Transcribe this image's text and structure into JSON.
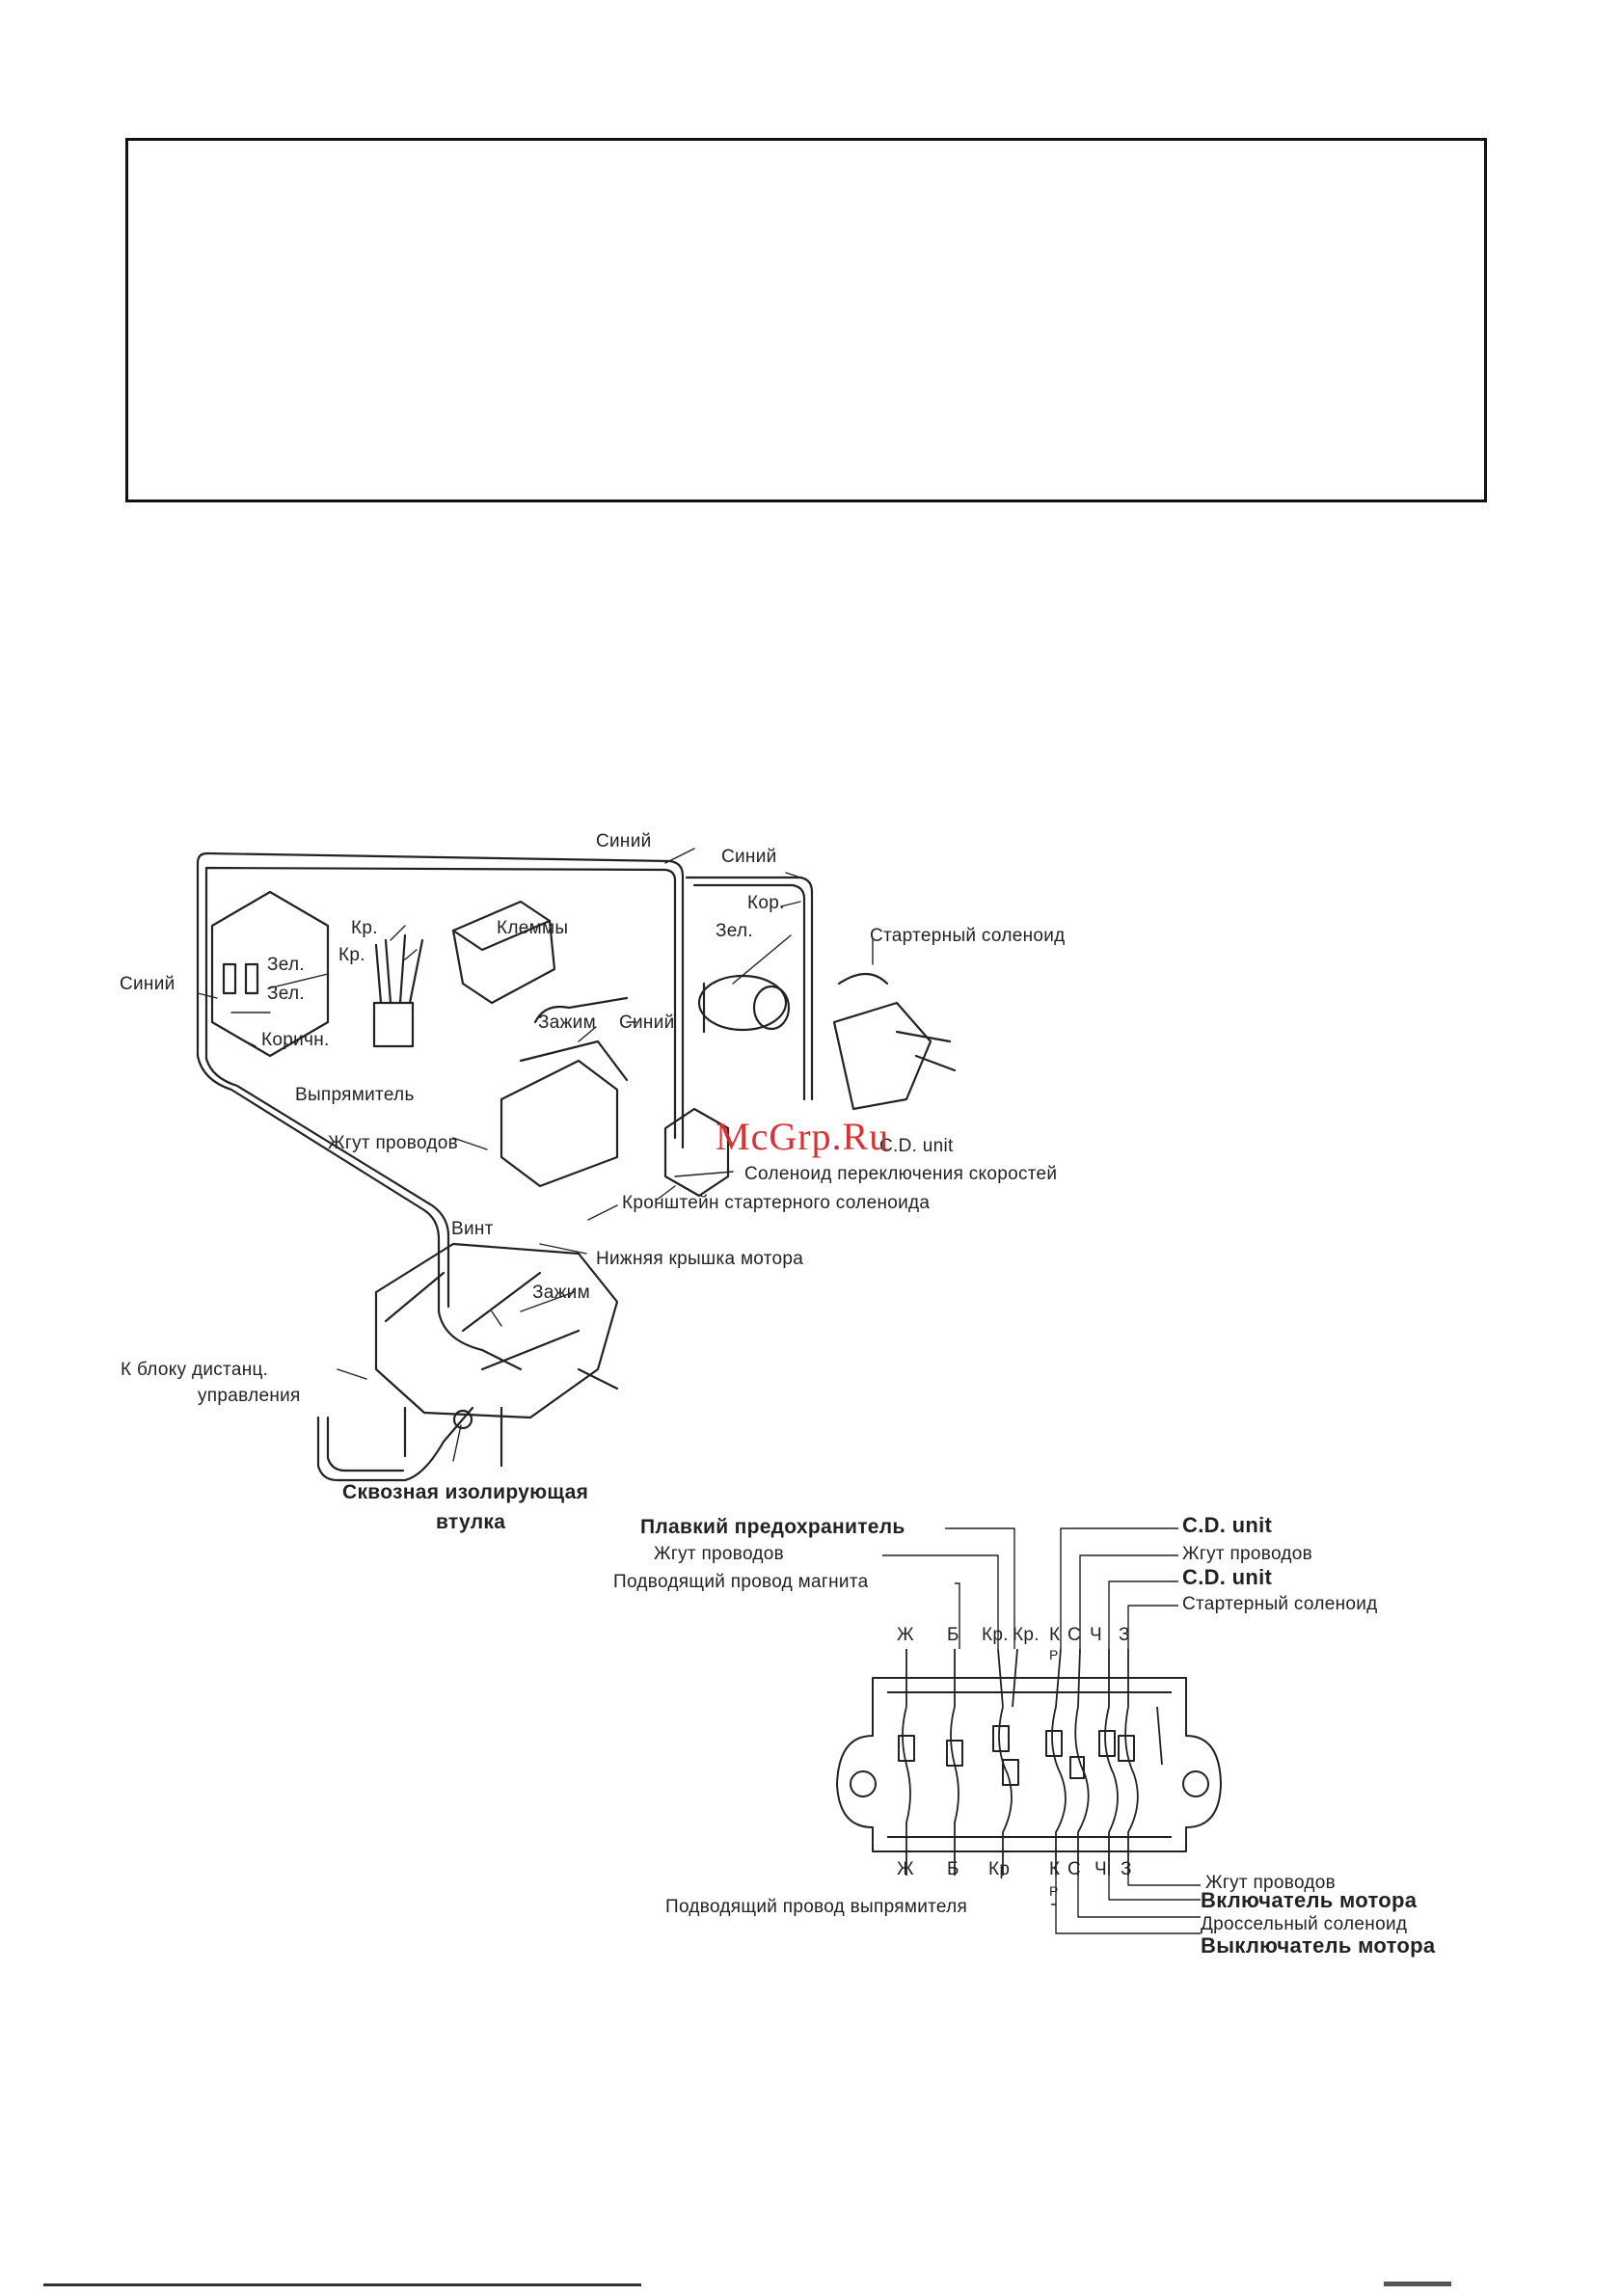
{
  "watermark": "McGrp.Ru",
  "top_labels": {
    "siniy_1": "Синий",
    "siniy_2": "Синий",
    "kor": "Кор.",
    "kr_1": "Кр.",
    "kr_2": "Кр.",
    "zel_1": "Зел.",
    "zel_2": "Зел.",
    "zel_3": "Зел.",
    "siniy_left": "Синий",
    "korichn": "Коричн.",
    "vypryamitel": "Выпрямитель",
    "klemmy": "Клеммы",
    "starter_solenoid": "Стартерный соленоид",
    "zazhim_1": "Зажим",
    "siniy_mid": "Синий",
    "zhgut": "Жгут проводов",
    "cd_unit": "C.D. unit",
    "solenoid_speed": "Соленоид переключения скоростей",
    "kronshteyn": "Кронштейн стартерного соленоида",
    "vint": "Винт",
    "nizhnyaya_kryshka": "Нижняя крышка мотора",
    "zazhim_2": "Зажим",
    "k_bloku_1": "К блоку дистанц.",
    "k_bloku_2": "управления",
    "vtulka_1": "Сквозная изолирующая",
    "vtulka_2": "втулка"
  },
  "bottom_labels": {
    "plavkiy": "Плавкий предохранитель",
    "zhgut_1": "Жгут проводов",
    "magneto": "Подводящий провод магнита",
    "cd_unit_1": "C.D. unit",
    "zhgut_2": "Жгут проводов",
    "cd_unit_2": "C.D. unit",
    "starter_solenoid": "Стартерный соленоид",
    "zhgut_3": "Жгут проводов",
    "vklyuchatel": "Включатель мотора",
    "drossel": "Дроссельный соленоид",
    "vypryamitel_provod": "Подводящий провод выпрямителя",
    "vyklyuchatel": "Выключатель мотора"
  },
  "terminal_letters_top": [
    "Ж",
    "Б",
    "Кр.",
    "Кр.",
    "К",
    "С",
    "Ч",
    "З"
  ],
  "terminal_letters_bottom": [
    "Ж",
    "Б",
    "Кр",
    "К",
    "С",
    "Ч",
    "З"
  ],
  "terminal_sub": [
    "Р",
    "Р"
  ]
}
